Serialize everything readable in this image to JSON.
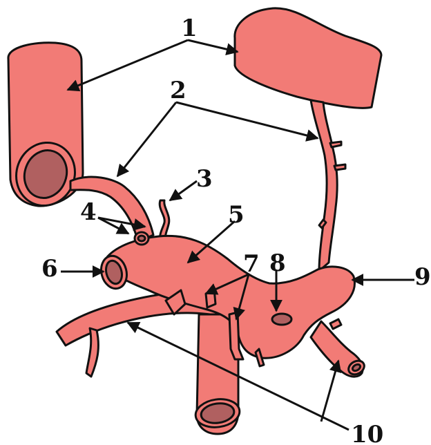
{
  "colors": {
    "vessel": "#f27b76",
    "lumen": "#b06060",
    "outline": "#111111"
  },
  "labels": {
    "l1": "1",
    "l2": "2",
    "l3": "3",
    "l4": "4",
    "l5": "5",
    "l6": "6",
    "l7": "7",
    "l8": "8",
    "l9": "9",
    "l10": "10"
  }
}
